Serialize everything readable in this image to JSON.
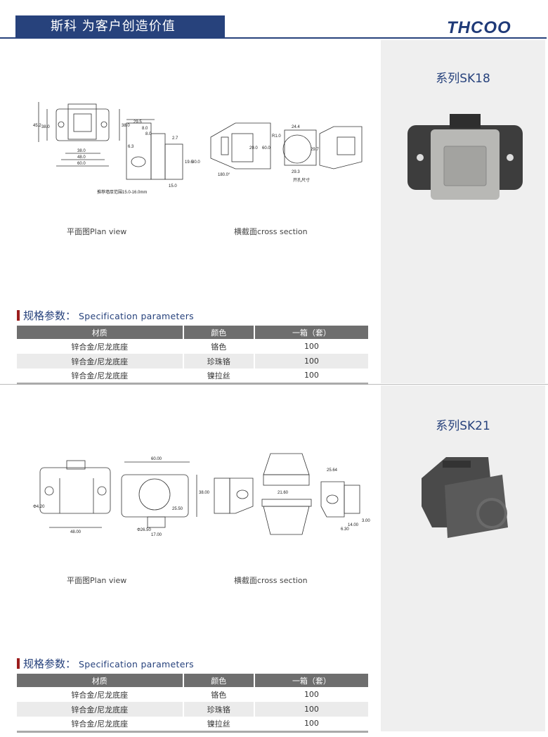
{
  "header": {
    "title": "斯科 为客户创造价值",
    "logo": "THCOO"
  },
  "products": [
    {
      "series": "系列SK18",
      "plan_caption": "平面图Plan view",
      "section_caption": "横截面cross section",
      "dims": [
        "45.2",
        "38.0",
        "38.0",
        "38.0",
        "48.0",
        "60.0",
        "29.5",
        "8.0",
        "8.0",
        "2.7",
        "6.3",
        "19.6",
        "30.0",
        "15.0",
        "推荐墙厚范围15.0-16.0mm",
        "60.0",
        "29.0",
        "180.0°",
        "24.4",
        "29.3",
        "29.7",
        "R1.0",
        "开孔尺寸"
      ],
      "spec_title": "规格参数：",
      "spec_title_en": "Specification parameters",
      "columns": [
        "材质",
        "颜色",
        "一箱（套）"
      ],
      "rows": [
        [
          "锌合金/尼龙底座",
          "铬色",
          "100"
        ],
        [
          "锌合金/尼龙底座",
          "珍珠铬",
          "100"
        ],
        [
          "锌合金/尼龙底座",
          "镍拉丝",
          "100"
        ]
      ]
    },
    {
      "series": "系列SK21",
      "plan_caption": "平面图Plan view",
      "section_caption": "横截面cross section",
      "dims": [
        "Φ4.20",
        "48.00",
        "60.00",
        "38.00",
        "Φ26.50",
        "25.50",
        "17.00",
        "21.60",
        "25.64",
        "3.00",
        "14.00",
        "6.30"
      ],
      "spec_title": "规格参数：",
      "spec_title_en": "Specification parameters",
      "columns": [
        "材质",
        "颜色",
        "一箱（套）"
      ],
      "rows": [
        [
          "锌合金/尼龙底座",
          "铬色",
          "100"
        ],
        [
          "锌合金/尼龙底座",
          "珍珠铬",
          "100"
        ],
        [
          "锌合金/尼龙底座",
          "镍拉丝",
          "100"
        ]
      ]
    }
  ],
  "colors": {
    "brand": "#27427c",
    "accent": "#9b1c1c",
    "table_header": "#6e6e6e"
  }
}
